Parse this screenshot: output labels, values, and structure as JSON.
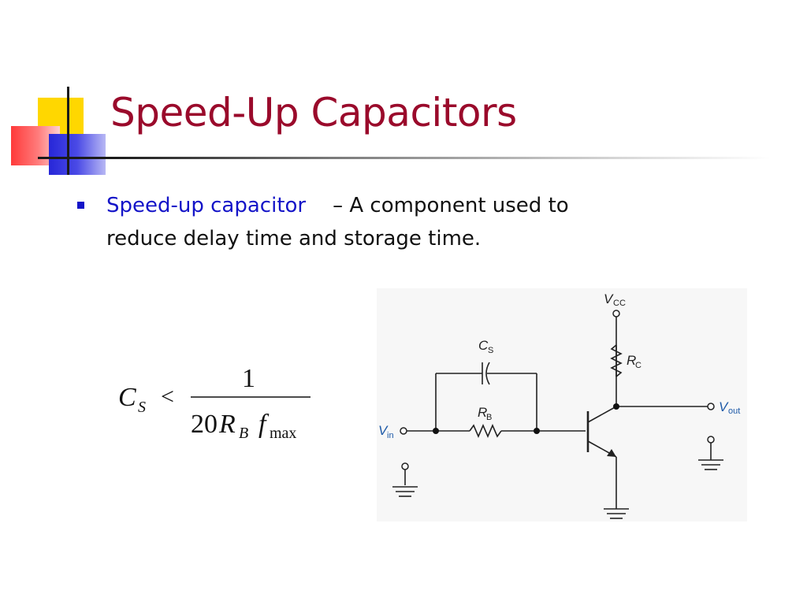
{
  "slide": {
    "title": "Speed-Up Capacitors",
    "bullet": {
      "term": "Speed-up capacitor",
      "dash": "–",
      "line1_rest": "A component used to",
      "line2": "reduce delay time and storage time."
    }
  },
  "formula": {
    "lhs_symbol": "C",
    "lhs_sub": "S",
    "relation": "<",
    "numerator": "1",
    "denom_coeff": "20",
    "denom_r": "R",
    "denom_r_sub": "B",
    "denom_f": "f",
    "denom_f_sub": "max"
  },
  "circuit": {
    "vcc_main": "V",
    "vcc_sub": "CC",
    "rc_main": "R",
    "rc_sub": "C",
    "cs_main": "C",
    "cs_sub": "S",
    "rb_main": "R",
    "rb_sub": "B",
    "vin_main": "V",
    "vin_sub": "in",
    "vout_main": "V",
    "vout_sub": "out"
  },
  "colors": {
    "title": "#9a0a2b",
    "term": "#1414c8",
    "io_label": "#1e5aa8",
    "circuit_bg": "#f7f7f7"
  }
}
